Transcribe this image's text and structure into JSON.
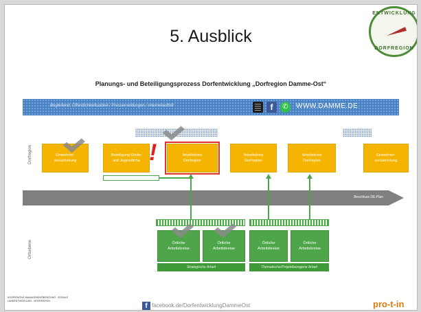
{
  "slide": {
    "title": "5. Ausblick",
    "subtitle": "Planungs- und Beteiligungsprozess Dorfentwicklung „Dorfregion Damme-Ost“",
    "seal_text_top": "ENTWICKLUNG",
    "seal_text_bottom": "DORFREGION"
  },
  "banner": {
    "text": "Begleitend: Öffentlichkeitsarbeit / Pressemeldungen / Internetauftritt",
    "website": "WWW.DAMME.DE",
    "icons": [
      "book-icon",
      "facebook-icon",
      "whatsapp-icon"
    ]
  },
  "labels": {
    "dorfregion": "Dorfregion",
    "ortsebene": "Ortsebene",
    "arrow": "Beschluss DE-Plan"
  },
  "orange_boxes": [
    {
      "label": "Einwohner-\nversammlung"
    },
    {
      "label": "Beteiligung Kinder\nund Jugendliche"
    },
    {
      "label": "Arbeitskreis\nDorfregion"
    },
    {
      "label": "Arbeitskreis\nDorfregion"
    },
    {
      "label": "Arbeitskreis\nDorfregion"
    },
    {
      "label": "Einwohner-\nversammlung"
    }
  ],
  "green_boxes": [
    {
      "label": "Örtliche\nArbeitskreise"
    },
    {
      "label": "Örtliche\nArbeitskreise"
    },
    {
      "label": "Örtliche\nArbeitskreise"
    },
    {
      "label": "Örtliche\nArbeitskreise"
    }
  ],
  "green_footers": [
    {
      "label": "Strategische Arbeit"
    },
    {
      "label": "Thematische/Projektbezogene Arbeit"
    }
  ],
  "footer": {
    "facebook": "facebook.de/DorfentwicklungDammeOst",
    "left_text": "KOOPERATIVE MANAGEMENTBERATUNG · SOZIALE LANDENTWICKLUNG · MODERATION",
    "logo": "pro-t-in"
  },
  "colors": {
    "orange": "#f4b400",
    "green": "#4fa64a",
    "blue_banner": "#4a83c4",
    "arrow_gray": "#7f7f7f",
    "highlight_red": "#e03030"
  }
}
